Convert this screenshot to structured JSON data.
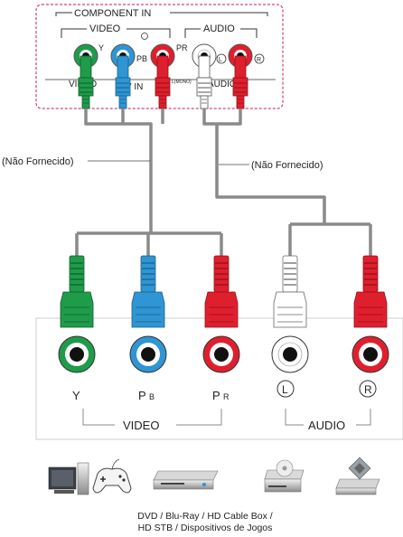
{
  "tv_panel": {
    "group_label": "COMPONENT IN",
    "video_label": "VIDEO",
    "audio_label": "AUDIO",
    "port_y": "Y",
    "port_pb": "PB",
    "port_pr": "PR",
    "port_l": "L",
    "port_r": "R",
    "under_video": "VIDEO",
    "under_av": "AV IN",
    "under_audio": "AUDIO",
    "mono_mark": "L(MONO)"
  },
  "cable_notes": {
    "left": "(Não Fornecido)",
    "right": "(Não Fornecido)"
  },
  "device_panel": {
    "port_y": "Y",
    "port_pb_main": "P",
    "port_pb_sub": "B",
    "port_pr_main": "P",
    "port_pr_sub": "R",
    "port_l": "L",
    "port_r": "R",
    "video_label": "VIDEO",
    "audio_label": "AUDIO"
  },
  "devices_caption": {
    "line1": "DVD / Blu-Ray / HD Cable Box /",
    "line2": "HD STB / Dispositivos de Jogos"
  },
  "colors": {
    "green": "#1f9c4a",
    "blue": "#2f95d3",
    "red": "#e01f2e",
    "white": "#ffffff",
    "cable": "#8a8a8a",
    "panel_border": "#c2185b"
  },
  "icons": [
    "desktop-pc-icon",
    "gamepad-icon",
    "dvd-player-icon",
    "set-top-box-icon",
    "media-device-icon"
  ]
}
